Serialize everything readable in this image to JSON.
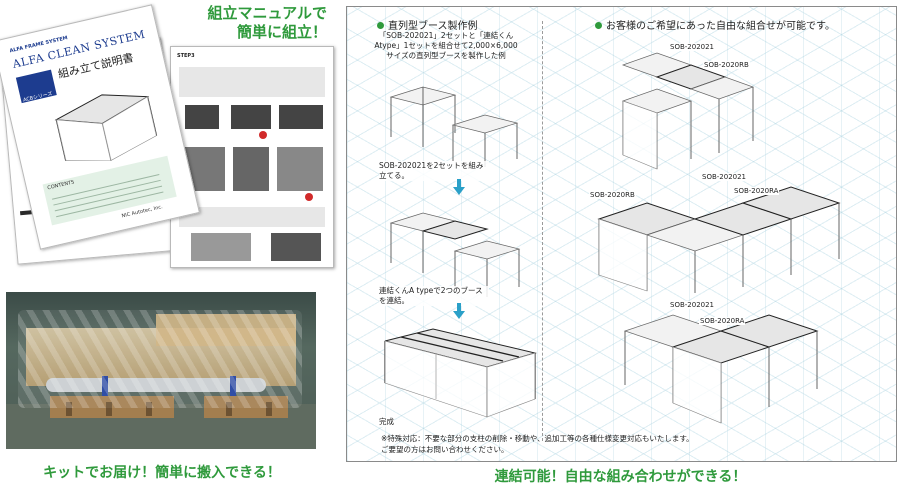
{
  "manual": {
    "cover_brand": "ALFA FRAME SYSTEM",
    "cover_title_en": "ALFA CLEAN SYSTEM",
    "cover_title_jp": "組み立て説明書",
    "cover_series": "ACBシリーズ",
    "cover_contents_label": "CONTENTS",
    "cover_maker": "NIC Autotec, Inc.",
    "caption_line1": "組立マニュアルで",
    "caption_line2": "簡単に組立！"
  },
  "photo": {
    "caption": "キットでお届け！簡単に搬入できる！"
  },
  "left_column": {
    "heading": "直列型ブース製作例",
    "description": "「SOB-202021」2セットと「連結くん Atype」1セットを組合せて2,000×6,000サイズの直列型ブースを製作した例",
    "step1": "SOB-202021を2セットを組み立てる。",
    "step2": "連結くんA typeで2つのブースを連結。",
    "step3": "完成"
  },
  "right_column": {
    "heading": "お客様のご希望にあった自由な組合せが可能です。",
    "example1": {
      "label_a": "SOB-202021",
      "label_b": "SOB-2020RB"
    },
    "example2": {
      "label_a": "SOB-202021",
      "label_b": "SOB-2020RB",
      "label_c": "SOB-2020RA"
    },
    "example3": {
      "label_a": "SOB-202021",
      "label_b": "SOB-2020RA"
    }
  },
  "note": {
    "line1": "※特殊対応：不要な部分の支柱の削除・移動や、追加工等の各種仕様変更対応もいたします。",
    "line2": "ご要望の方はお問い合わせください。"
  },
  "footer": {
    "caption": "連結可能！自由な組み合わせができる！"
  },
  "colors": {
    "accent_green": "#2f9a3c",
    "arrow_blue": "#2aa0c8",
    "manual_navy": "#1d3c8f"
  }
}
